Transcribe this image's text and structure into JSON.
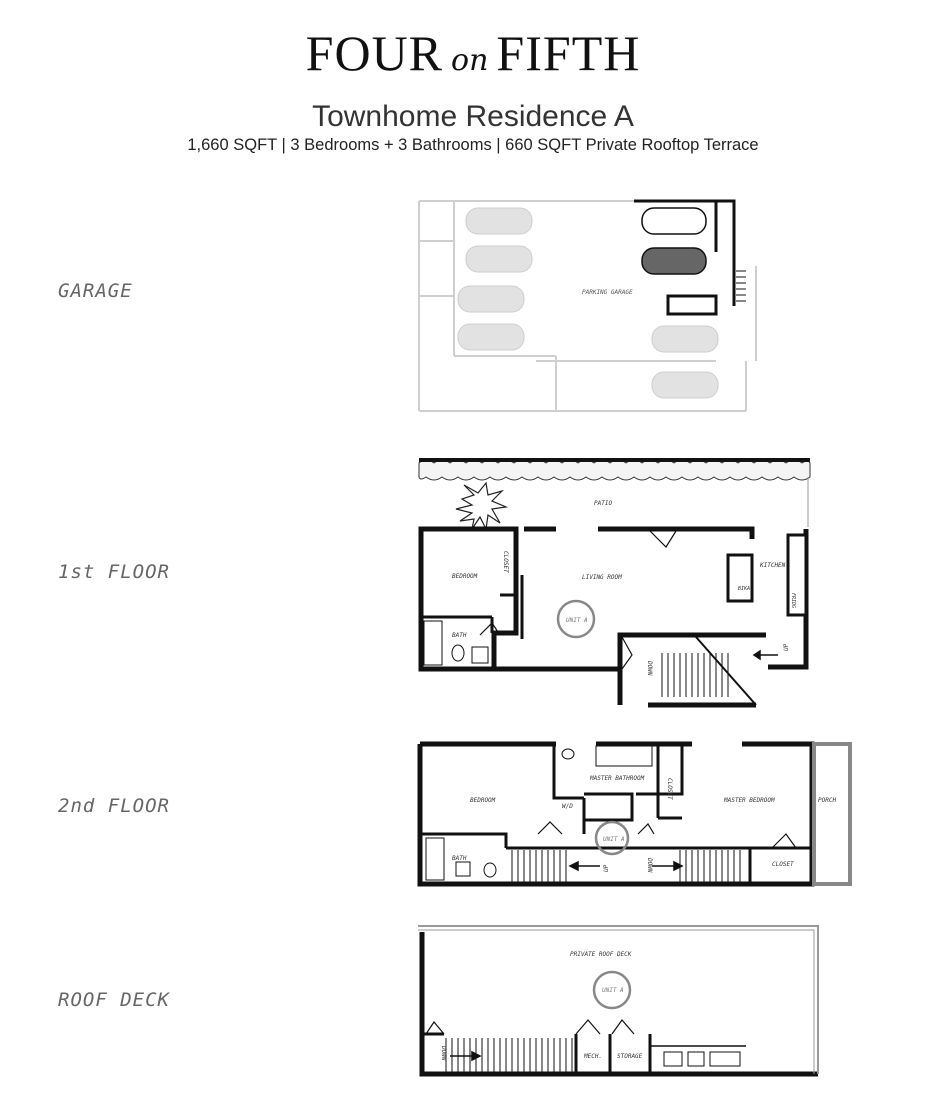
{
  "brand": {
    "part1": "FOUR",
    "connector": "on",
    "part2": "FIFTH"
  },
  "residence": {
    "title": "Townhome Residence A",
    "details": "1,660 SQFT | 3 Bedrooms + 3 Bathrooms | 660 SQFT Private Rooftop Terrace"
  },
  "levels": {
    "garage": {
      "label": "GARAGE",
      "rooms": {
        "parking_garage": "PARKING GARAGE"
      }
    },
    "first_floor": {
      "label": "1st FLOOR",
      "rooms": {
        "patio": "PATIO",
        "bedroom": "BEDROOM",
        "closet": "CLOSET",
        "living_room": "LIVING ROOM",
        "kitchen": "KITCHEN",
        "bath": "BATH",
        "unit": "UNIT A",
        "down": "DOWN",
        "up": "UP",
        "bika": "BIKA",
        "fridge": "FRIDG"
      }
    },
    "second_floor": {
      "label": "2nd FLOOR",
      "rooms": {
        "bedroom": "BEDROOM",
        "master_bathroom": "MASTER BATHROOM",
        "closet_vertical": "CLOSET",
        "master_bedroom": "MASTER BEDROOM",
        "porch": "PORCH",
        "wd": "W/D",
        "unit": "UNIT A",
        "bath": "BATH",
        "up": "UP",
        "down": "DOWN",
        "closet": "CLOSET"
      }
    },
    "roof_deck": {
      "label": "ROOF DECK",
      "rooms": {
        "private_roof_deck": "PRIVATE ROOF DECK",
        "unit": "UNIT A",
        "down": "DOWN",
        "mech": "MECH.",
        "storage": "STORAGE"
      }
    }
  }
}
